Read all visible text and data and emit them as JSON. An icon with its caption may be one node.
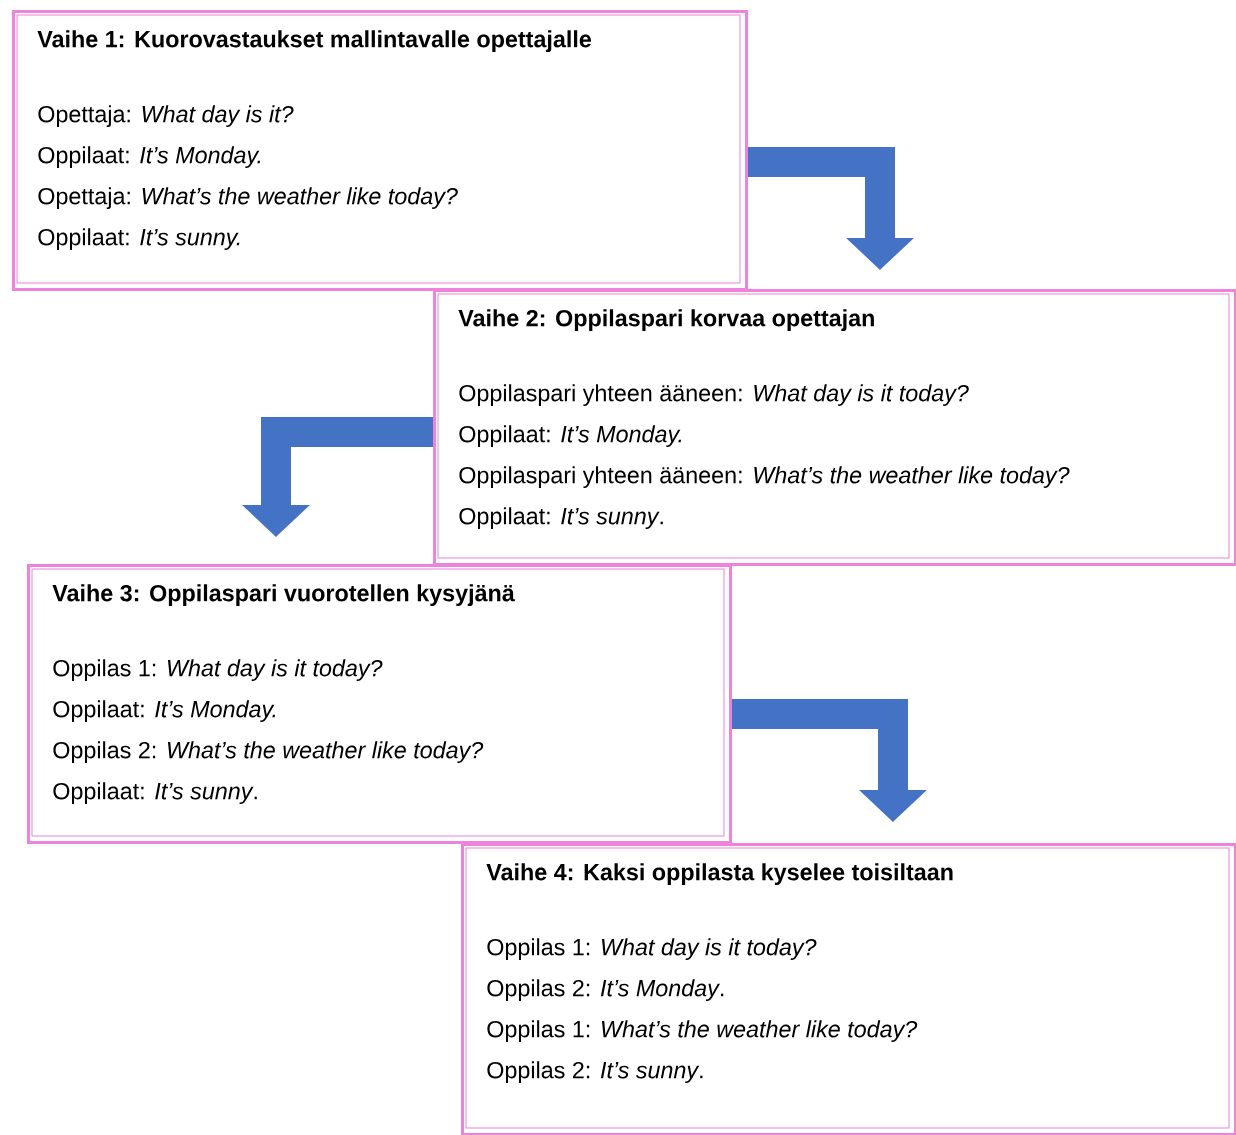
{
  "diagram": {
    "nodes": [
      {
        "text": [
          "Vaihe 1: Kuorovastaukset mallintavalle opettajalle",
          "Opettaja: *What day is it?*",
          "Oppilaat: *It’s Monday.*",
          "Opettaja: *What’s the weather like today?*",
          "Oppilaat: *It’s sunny.*"
        ]
      },
      {
        "text": [
          "Vaihe 2: Oppilaspari korvaa opettajan",
          "Oppilaspari yhteen ääneen: *What day is it today?*",
          "Oppilaat: *It’s Monday.*",
          "Oppilaspari yhteen ääneen: *What’s the weather like today?*",
          "Oppilaat: *It’s sunny*."
        ]
      },
      {
        "text": [
          "Vaihe 3: Oppilaspari vuorotellen kysyjänä",
          "Oppilas 1: *What day is it today?*",
          "Oppilaat: *It’s Monday.*",
          "Oppilas 2: *What’s the weather like today?*",
          "Oppilaat: *It’s sunny*."
        ]
      },
      {
        "text": [
          "Vaihe 4: Kaksi oppilasta kyselee toisiltaan",
          "Oppilas 1: *What day is it today?*",
          "Oppilas 2: *It’s Monday*.",
          "Oppilas 1: *What’s the weather like today?*",
          "Oppilas 2: *It’s sunny*."
        ]
      }
    ],
    "edges": [
      {
        "from": 0,
        "to": 1,
        "arrow": "to"
      },
      {
        "from": 1,
        "to": 2,
        "arrow": "to"
      },
      {
        "from": 2,
        "to": 3,
        "arrow": "to"
      }
    ]
  }
}
